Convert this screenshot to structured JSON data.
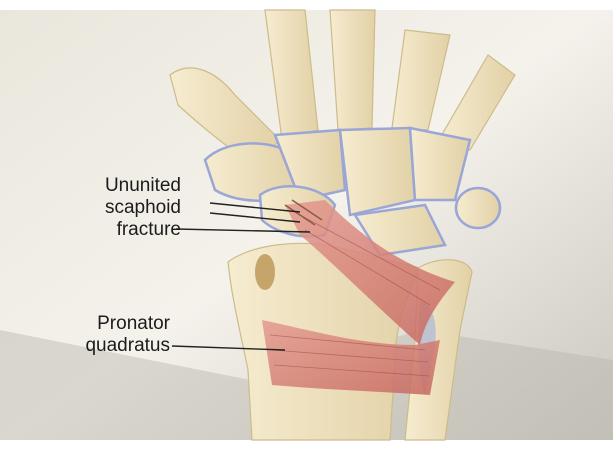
{
  "labels": {
    "scaphoid": [
      "Ununited",
      "scaphoid",
      "fracture"
    ],
    "pronator": [
      "Pronator",
      "quadratus"
    ]
  },
  "colors": {
    "background": "#f3f1ea",
    "bone": "#efe3c4",
    "bone_shade": "#d8c799",
    "joint_line": "#9aa6d6",
    "muscle": "#d8857c",
    "muscle_dark": "#b65a52",
    "leader": "#222222"
  }
}
